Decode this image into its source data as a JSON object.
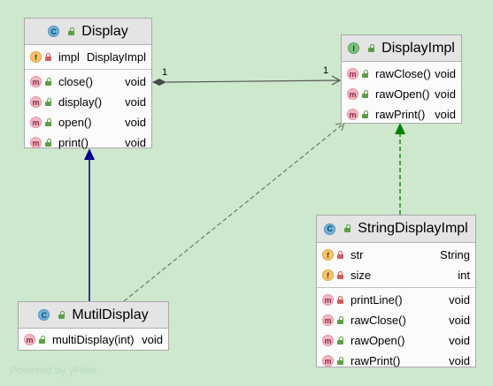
{
  "classes": {
    "display": {
      "name": "Display",
      "kind": "C",
      "fields": [
        {
          "name": "impl",
          "type": "DisplayImpl"
        }
      ],
      "methods": [
        {
          "name": "close()",
          "type": "void"
        },
        {
          "name": "display()",
          "type": "void"
        },
        {
          "name": "open()",
          "type": "void"
        },
        {
          "name": "print()",
          "type": "void"
        }
      ]
    },
    "display_impl": {
      "name": "DisplayImpl",
      "kind": "I",
      "methods": [
        {
          "name": "rawClose()",
          "type": "void"
        },
        {
          "name": "rawOpen()",
          "type": "void"
        },
        {
          "name": "rawPrint()",
          "type": "void"
        }
      ]
    },
    "string_display_impl": {
      "name": "StringDisplayImpl",
      "kind": "C",
      "fields": [
        {
          "name": "str",
          "type": "String"
        },
        {
          "name": "size",
          "type": "int"
        }
      ],
      "methods": [
        {
          "name": "printLine()",
          "type": "void"
        },
        {
          "name": "rawClose()",
          "type": "void"
        },
        {
          "name": "rawOpen()",
          "type": "void"
        },
        {
          "name": "rawPrint()",
          "type": "void"
        }
      ]
    },
    "mutil_display": {
      "name": "MutilDisplay",
      "kind": "C",
      "methods": [
        {
          "name": "multiDisplay(int)",
          "type": "void"
        }
      ]
    }
  },
  "member_badges": {
    "field": "f",
    "method": "m"
  },
  "multiplicities": {
    "source": "1",
    "target": "1"
  },
  "watermark": "Powered by yFiles",
  "colors": {
    "background": "#cde8cd",
    "inheritance_edge": "#00008b",
    "realization_edge": "#008000",
    "composition_edge": "#555555",
    "dependency_edge": "#5f6f5f"
  }
}
